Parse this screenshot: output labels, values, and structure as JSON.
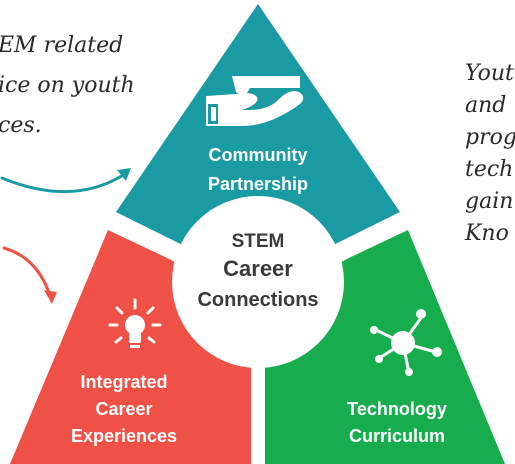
{
  "notes": {
    "left": [
      "EM related",
      "ice on youth",
      "ces."
    ],
    "right": [
      "Yout",
      "and",
      "prog",
      "tech",
      "gain",
      "Kno"
    ]
  },
  "segments": {
    "top": {
      "label_lines": [
        "Community",
        "Partnership"
      ],
      "color": "#1a9aa3",
      "icon": "handshake-icon"
    },
    "left": {
      "label_lines": [
        "Integrated",
        "Career",
        "Experiences"
      ],
      "color": "#ef5147",
      "icon": "lightbulb-icon"
    },
    "right": {
      "label_lines": [
        "Technology",
        "Curriculum"
      ],
      "color": "#17ad4f",
      "icon": "network-icon"
    }
  },
  "center": {
    "lines": [
      "STEM",
      "Career",
      "Connections"
    ]
  },
  "arrows": {
    "teal_color": "#1a9aa3",
    "red_color": "#ef5147"
  }
}
